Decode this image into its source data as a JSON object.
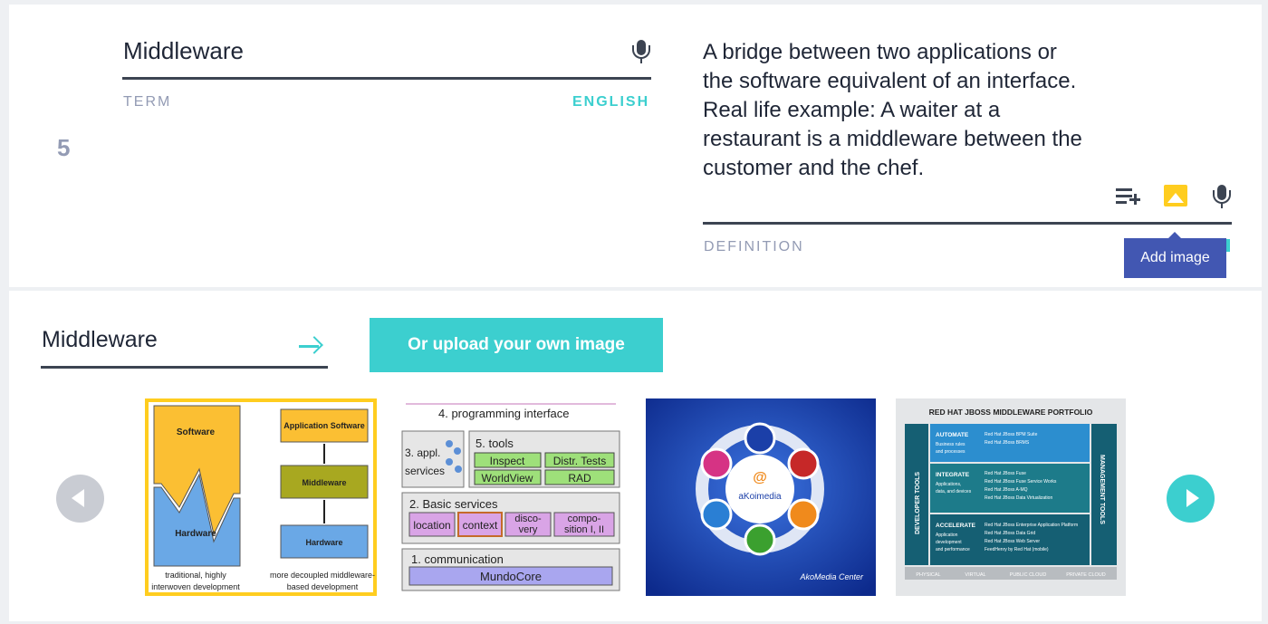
{
  "card": {
    "number": "5",
    "term": {
      "value": "Middleware",
      "label": "TERM",
      "language": "ENGLISH"
    },
    "definition": {
      "value": "A bridge between two applications or the software equivalent of an interface. Real life example: A waiter at a restaurant is a middleware between the customer and the chef.",
      "label": "DEFINITION"
    },
    "icons": {
      "term_mic": "microphone-icon",
      "add_line": "playlist-add-icon",
      "image": "image-icon",
      "definition_mic": "microphone-icon"
    },
    "tooltip": "Add image"
  },
  "image_search": {
    "query": "Middleware",
    "submit_icon": "arrow-right-icon",
    "upload_label": "Or upload your own image",
    "prev_icon": "chevron-left-icon",
    "next_icon": "chevron-right-icon"
  },
  "results": [
    {
      "boxes": {
        "software": "Software",
        "hardware_left": "Hardware",
        "app_software": "Application Software",
        "middleware": "Middleware",
        "hardware_right": "Hardware"
      },
      "caption_left": [
        "traditional, highly",
        "interwoven development"
      ],
      "caption_right": [
        "more decoupled middleware-",
        "based development"
      ]
    },
    {
      "title": "4. programming interface",
      "appl": [
        "3. appl.",
        "services"
      ],
      "tools": "5. tools",
      "tool_items": [
        "Inspect",
        "Distr. Tests",
        "WorldView",
        "RAD"
      ],
      "basic": "2. Basic services",
      "basic_items": [
        "location",
        "context",
        "disco-",
        "very",
        "compo-",
        "sition I, II"
      ],
      "comm": "1. communication",
      "comm_item": "MundoCore"
    },
    {
      "logo": "aKoimedia",
      "caption": "AkoMedia Center"
    },
    {
      "title": "RED HAT JBOSS MIDDLEWARE PORTFOLIO",
      "left_band": "DEVELOPER TOOLS",
      "right_band": "MANAGEMENT TOOLS",
      "rows": [
        {
          "name": "AUTOMATE",
          "desc": [
            "Business rules",
            "and processes"
          ],
          "products": [
            "Red Hat JBoss BPM Suite",
            "Red Hat JBoss BRMS"
          ]
        },
        {
          "name": "INTEGRATE",
          "desc": [
            "Applications,",
            "data, and devices"
          ],
          "products": [
            "Red Hat JBoss Fuse",
            "Red Hat JBoss Fuse Service Works",
            "Red Hat JBoss A-MQ",
            "Red Hat JBoss Data Virtualization"
          ]
        },
        {
          "name": "ACCELERATE",
          "desc": [
            "Application",
            "development",
            "and performance"
          ],
          "products": [
            "Red Hat JBoss Enterprise Application Platform",
            "Red Hat JBoss Data Grid",
            "Red Hat JBoss Web Server",
            "FeedHenry by Red Hat (mobile)"
          ]
        }
      ],
      "footer": [
        "PHYSICAL",
        "VIRTUAL",
        "PUBLIC CLOUD",
        "PRIVATE CLOUD"
      ]
    }
  ],
  "colors": {
    "accent": "#3ccfcf",
    "tooltip": "#4257b2",
    "image_icon": "#ffcd1f",
    "selected_border": "#ffcd1f"
  }
}
